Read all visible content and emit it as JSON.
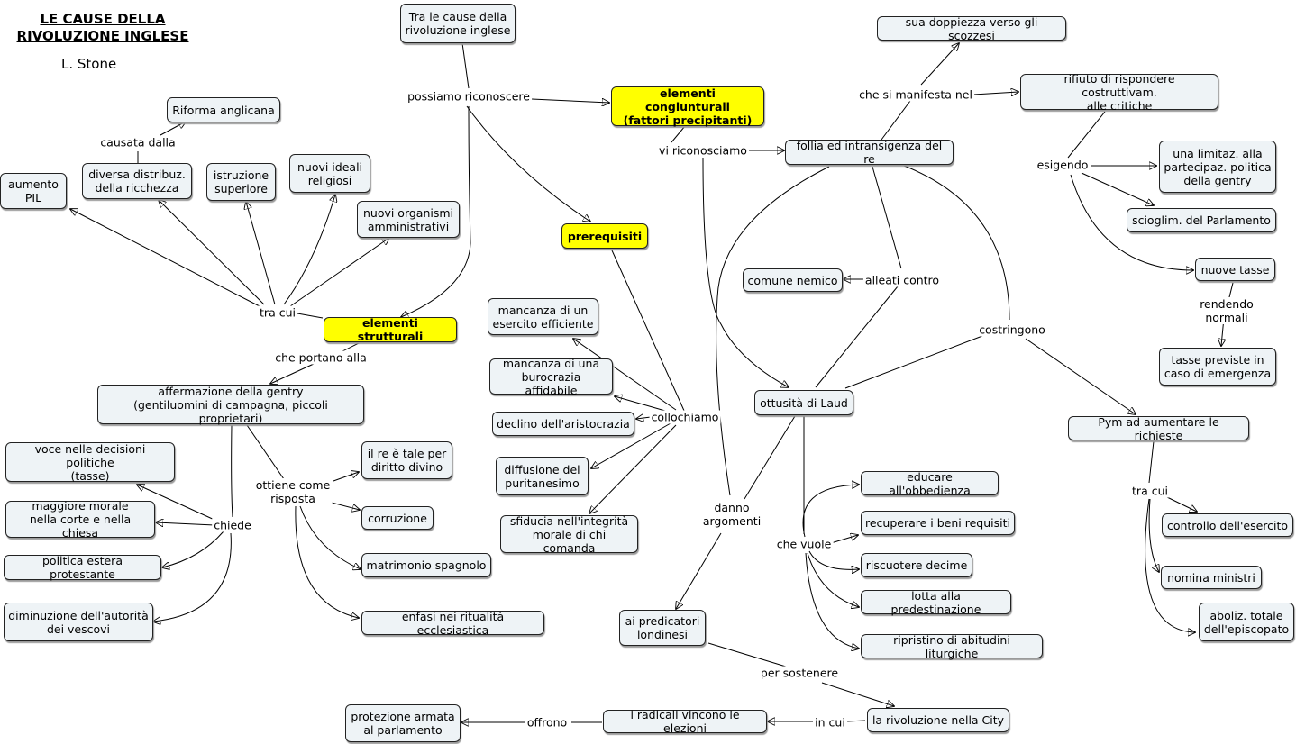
{
  "title": "LE CAUSE DELLA\nRIVOLUZIONE INGLESE",
  "author": "L. Stone",
  "nodes": {
    "tra_le_cause": "Tra le cause della\nrivoluzione inglese",
    "elementi_congiunturali": "elementi congiunturali\n(fattori precipitanti)",
    "prerequisiti": "prerequisiti",
    "elementi_strutturali": "elementi strutturali",
    "riforma_anglicana": "Riforma anglicana",
    "aumento_pil": "aumento\nPIL",
    "diversa_distribuz": "diversa distribuz.\ndella ricchezza",
    "istruzione_superiore": "istruzione\nsuperiore",
    "nuovi_ideali": "nuovi ideali\nreligiosi",
    "nuovi_organismi": "nuovi organismi\namministrativi",
    "affermazione_gentry": "affermazione della gentry\n(gentiluomini di campagna, piccoli proprietari)",
    "voce_decisioni": "voce nelle decisioni politiche\n(tasse)",
    "maggiore_morale": "maggiore morale\nnella corte e nella chiesa",
    "politica_estera": "politica estera protestante",
    "diminuzione_autorita": "diminuzione dell'autorità\ndei vescovi",
    "re_diritto_divino": "il re è tale per\ndiritto divino",
    "corruzione": "corruzione",
    "matrimonio_spagnolo": "matrimonio spagnolo",
    "enfasi_ritualita": "enfasi nei ritualità ecclesiastica",
    "mancanza_esercito": "mancanza di un\nesercito efficiente",
    "mancanza_burocrazia": "mancanza di una\nburocrazia affidabile",
    "declino_aristocrazia": "declino dell'aristocrazia",
    "diffusione_puritanesimo": "diffusione del\npuritanesimo",
    "sfiducia_integrita": "sfiducia nell'integrità\nmorale di chi comanda",
    "follia_re": "follia ed intransigenza del re",
    "sua_doppiezza": "sua doppiezza verso gli scozzesi",
    "rifiuto_rispondere": "rifiuto di rispondere costruttivam.\nalle critiche",
    "limitaz_partecipaz": "una limitaz. alla\npartecipaz. politica\ndella gentry",
    "scioglim_parlamento": "scioglim. del Parlamento",
    "nuove_tasse": "nuove tasse",
    "tasse_previste": "tasse previste in\ncaso di emergenza",
    "comune_nemico": "comune nemico",
    "ottusita_laud": "ottusità di Laud",
    "pym_richieste": "Pym ad aumentare le richieste",
    "controllo_esercito": "controllo dell'esercito",
    "nomina_ministri": "nomina ministri",
    "aboliz_episcopato": "aboliz. totale\ndell'episcopato",
    "educare_obbedienza": "educare all'obbedienza",
    "recuperare_beni": "recuperare i beni requisiti",
    "riscuotere_decime": "riscuotere decime",
    "lotta_predestinazione": "lotta alla predestinazione",
    "ripristino_abitudini": "ripristino di abitudini liturgiche",
    "predicatori_londinesi": "ai predicatori\nlondinesi",
    "rivoluzione_city": "la rivoluzione nella City",
    "radicali_vincono": "i radicali vincono le elezioni",
    "protezione_armata": "protezione armata\nal parlamento"
  },
  "links": {
    "possiamo_riconoscere": "possiamo riconoscere",
    "vi_riconosciamo": "vi riconosciamo",
    "tra_cui_1": "tra cui",
    "causata_dalla": "causata dalla",
    "che_portano_alla": "che portano alla",
    "chiede": "chiede",
    "ottiene_risposta": "ottiene come\nrisposta",
    "collochiamo": "collochiamo",
    "che_si_manifesta_nel": "che si manifesta nel",
    "esigendo": "esigendo",
    "rendendo_normali": "rendendo normali",
    "alleati_contro": "alleati contro",
    "costringono": "costringono",
    "tra_cui_2": "tra cui",
    "che_vuole": "che vuole",
    "danno_argomenti": "danno\nargomenti",
    "per_sostenere": "per sostenere",
    "in_cui": "in cui",
    "offrono": "offrono"
  }
}
